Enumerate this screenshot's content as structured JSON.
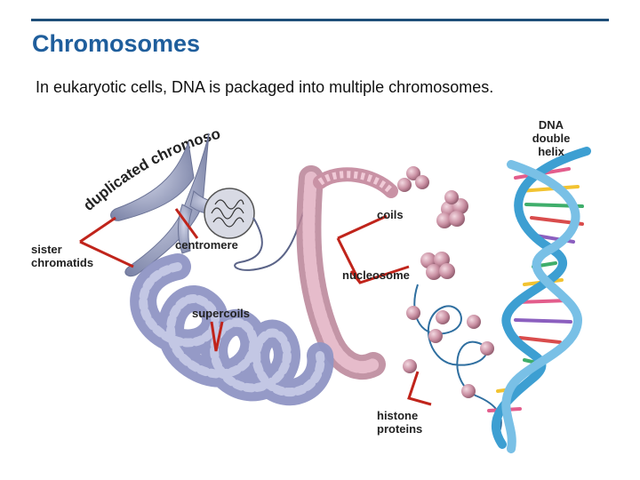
{
  "slide": {
    "title": "Chromosomes",
    "subtitle": "In eukaryotic cells, DNA is packaged into multiple chromosomes."
  },
  "labels": {
    "duplicated_chromosome": "duplicated chromosome",
    "dna_double_helix": "DNA double helix",
    "coils": "coils",
    "sister_chromatids": "sister chromatids",
    "centromere": "centromere",
    "nucleosome": "nucleosome",
    "supercoils": "supercoils",
    "histone_proteins": "histone proteins"
  },
  "colors": {
    "title": "#1f5e9c",
    "rule": "#1f4e79",
    "pointer": "#c0241b",
    "chromosome": "#8e96b8",
    "supercoil": "#8f95c4",
    "histone": "#c98fa2",
    "helix": "#3d9fd2"
  }
}
